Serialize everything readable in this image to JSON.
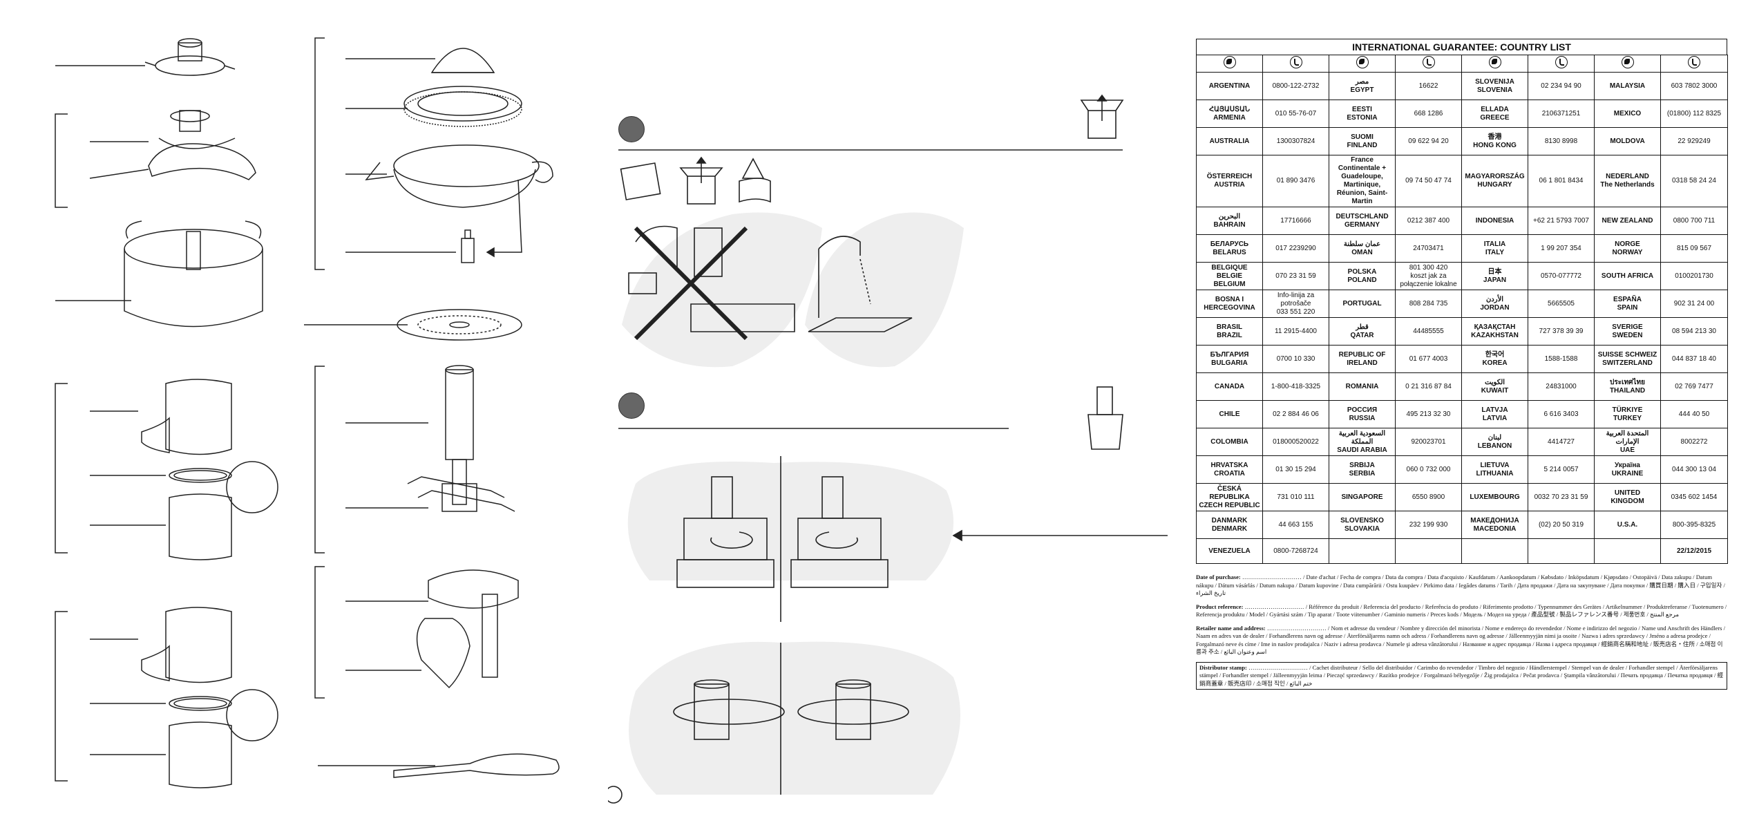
{
  "guarantee": {
    "title": "INTERNATIONAL GUARANTEE: COUNTRY LIST",
    "rows": [
      [
        {
          "country": "ARGENTINA",
          "phone": "0800-122-2732"
        },
        {
          "country": "مصر\nEGYPT",
          "phone": "16622"
        },
        {
          "country": "SLOVENIJA\nSLOVENIA",
          "phone": "02 234 94 90"
        },
        {
          "country": "MALAYSIA",
          "phone": "603 7802 3000"
        }
      ],
      [
        {
          "country": "ՀԱՅԱՍՏԱՆ\nARMENIA",
          "phone": "010 55-76-07"
        },
        {
          "country": "EESTI\nESTONIA",
          "phone": "668 1286"
        },
        {
          "country": "ELLADA\nGREECE",
          "phone": "2106371251"
        },
        {
          "country": "MEXICO",
          "phone": "(01800) 112 8325"
        }
      ],
      [
        {
          "country": "AUSTRALIA",
          "phone": "1300307824"
        },
        {
          "country": "SUOMI\nFINLAND",
          "phone": "09 622 94 20"
        },
        {
          "country": "香港\nHONG KONG",
          "phone": "8130 8998"
        },
        {
          "country": "MOLDOVA",
          "phone": "22 929249"
        }
      ],
      [
        {
          "country": "ÖSTERREICH\nAUSTRIA",
          "phone": "01 890 3476"
        },
        {
          "country": "France Continentale + Guadeloupe, Martinique, Réunion, Saint-Martin",
          "phone": "09 74 50 47 74"
        },
        {
          "country": "MAGYARORSZÁG\nHUNGARY",
          "phone": "06 1 801 8434"
        },
        {
          "country": "NEDERLAND\nThe Netherlands",
          "phone": "0318 58 24 24"
        }
      ],
      [
        {
          "country": "البحرين\nBAHRAIN",
          "phone": "17716666"
        },
        {
          "country": "DEUTSCHLAND\nGERMANY",
          "phone": "0212 387 400"
        },
        {
          "country": "INDONESIA",
          "phone": "+62 21 5793 7007"
        },
        {
          "country": "NEW ZEALAND",
          "phone": "0800 700 711"
        }
      ],
      [
        {
          "country": "БЕЛАРУСЬ\nBELARUS",
          "phone": "017 2239290"
        },
        {
          "country": "عمان سلطنة\nOMAN",
          "phone": "24703471"
        },
        {
          "country": "ITALIA\nITALY",
          "phone": "1 99 207 354"
        },
        {
          "country": "NORGE\nNORWAY",
          "phone": "815 09 567"
        }
      ],
      [
        {
          "country": "BELGIQUE\nBELGIE\nBELGIUM",
          "phone": "070 23 31 59"
        },
        {
          "country": "POLSKA\nPOLAND",
          "phone": "801 300 420\nkoszt jak za połączenie lokalne"
        },
        {
          "country": "日本\nJAPAN",
          "phone": "0570-077772"
        },
        {
          "country": "SOUTH AFRICA",
          "phone": "0100201730"
        }
      ],
      [
        {
          "country": "BOSNA I\nHERCEGOVINA",
          "phone": "Info-linija za potrošače\n033 551 220"
        },
        {
          "country": "PORTUGAL",
          "phone": "808 284 735"
        },
        {
          "country": "الأردن\nJORDAN",
          "phone": "5665505"
        },
        {
          "country": "ESPAÑA\nSPAIN",
          "phone": "902 31 24 00"
        }
      ],
      [
        {
          "country": "BRASIL\nBRAZIL",
          "phone": "11 2915-4400"
        },
        {
          "country": "قطر\nQATAR",
          "phone": "44485555"
        },
        {
          "country": "ҚАЗАҚСТАН\nKAZAKHSTAN",
          "phone": "727 378 39 39"
        },
        {
          "country": "SVERIGE\nSWEDEN",
          "phone": "08 594 213 30"
        }
      ],
      [
        {
          "country": "БЪЛГАРИЯ\nBULGARIA",
          "phone": "0700 10 330"
        },
        {
          "country": "REPUBLIC OF\nIRELAND",
          "phone": "01 677 4003"
        },
        {
          "country": "한국어\nKOREA",
          "phone": "1588-1588"
        },
        {
          "country": "SUISSE SCHWEIZ\nSWITZERLAND",
          "phone": "044 837 18 40"
        }
      ],
      [
        {
          "country": "CANADA",
          "phone": "1-800-418-3325"
        },
        {
          "country": "ROMANIA",
          "phone": "0 21 316 87 84"
        },
        {
          "country": "الكويت\nKUWAIT",
          "phone": "24831000"
        },
        {
          "country": "ประเทศไทย\nTHAILAND",
          "phone": "02 769 7477"
        }
      ],
      [
        {
          "country": "CHILE",
          "phone": "02 2 884 46 06"
        },
        {
          "country": "РОССИЯ\nRUSSIA",
          "phone": "495 213 32 30"
        },
        {
          "country": "LATVJA\nLATVIA",
          "phone": "6 616 3403"
        },
        {
          "country": "TÜRKIYE\nTURKEY",
          "phone": "444 40 50"
        }
      ],
      [
        {
          "country": "COLOMBIA",
          "phone": "018000520022"
        },
        {
          "country": "السعودية العربية المملكة\nSAUDI ARABIA",
          "phone": "920023701"
        },
        {
          "country": "لبنان\nLEBANON",
          "phone": "4414727"
        },
        {
          "country": "المتحدة العربية الإمارات\nUAE",
          "phone": "8002272"
        }
      ],
      [
        {
          "country": "HRVATSKA\nCROATIA",
          "phone": "01 30 15 294"
        },
        {
          "country": "SRBIJA\nSERBIA",
          "phone": "060 0 732 000"
        },
        {
          "country": "LIETUVA\nLITHUANIA",
          "phone": "5 214 0057"
        },
        {
          "country": "Україна\nUKRAINE",
          "phone": "044 300 13 04"
        }
      ],
      [
        {
          "country": "ČESKÁ\nREPUBLIKA\nCZECH REPUBLIC",
          "phone": "731 010 111"
        },
        {
          "country": "SINGAPORE",
          "phone": "6550 8900"
        },
        {
          "country": "LUXEMBOURG",
          "phone": "0032 70 23 31 59"
        },
        {
          "country": "UNITED\nKINGDOM",
          "phone": "0345 602 1454"
        }
      ],
      [
        {
          "country": "DANMARK\nDENMARK",
          "phone": "44 663 155"
        },
        {
          "country": "SLOVENSKO\nSLOVAKIA",
          "phone": "232 199 930"
        },
        {
          "country": "МАКЕДОНИЈА\nMACEDONIA",
          "phone": "(02) 20 50 319"
        },
        {
          "country": "U.S.A.",
          "phone": "800-395-8325"
        }
      ],
      [
        {
          "country": "VENEZUELA",
          "phone": "0800-7268724"
        },
        {
          "country": "",
          "phone": ""
        },
        {
          "country": "",
          "phone": ""
        },
        {
          "country": "",
          "phone": "22/12/2015"
        }
      ]
    ]
  },
  "forms": {
    "purchase_label": "Date of purchase:",
    "purchase_text": " ………………………… / Date d'achat / Fecha de compra / Data da compra / Data d'acquisto / Kaufdatum / Aankoopdatum / Købsdato / Inköpsdatum / Kjøpsdato / Ostopäivä / Data zakupu / Datum nákupu / Dátum vásárlás / Datum nakupa / Datum kupovine / Data cumpărării / Ostu kuupäev / Pirkimo data / Iegādes datums / Tarih / Дата продажи / Дата на закупуване / Дата покупки / 購買日期 / 購入日 / 구입일자 / تاريخ الشراء",
    "reference_label": "Product reference:",
    "reference_text": " ………………………… / Référence du produit / Referencia del producto / Referência do produto / Riferimento prodotto / Typennummer des Gerätes / Artikelnummer / Produktreferanse / Tuotenumero / Referencja produktu / Model / Gyártási szám / Tip aparat / Toote viitenumber / Gaminio numeris / Preces kods / Модель / Модел на уреда / 產品型號 / 製品レファレンス番号 / 제품번호 / مرجع المنتج",
    "retailer_label": "Retailer name and address:",
    "retailer_text": " ………………………… / Nom et adresse du vendeur / Nombre y dirección del minorista / Nome e endereço do revendedor / Nome e indirizzo del negozio / Name und Anschrift des Händlers / Naam en adres van de dealer / Forhandlerens navn og adresse / Återförsäljarens namn och adress / Forhandlerens navn og adresse / Jälleenmyyjän nimi ja osoite / Nazwa i adres sprzedawcy / Jméno a adresa prodejce / Forgalmazó neve és címe / Ime in naslov prodajalca / Naziv i adresa prodavca / Numele şi adresa vânzătorului / Название и адрес продавца / Назва і адреса продавця / 經銷商名稱和地址 / 販売店名・住所 / 소매점 이름과 주소 / اسم وعنوان البائع",
    "distributor_label": "Distributor stamp:",
    "distributor_text": " ………………………… / Cachet distributeur / Sello del distribuidor / Carimbo do revendedor / Timbro del negozio / Händlerstempel / Stempel van de dealer / Forhandler stempel / Återförsäljarens stämpel / Forhandler stempel / Jälleenmyyjän leima / Pieczęć sprzedawcy / Razítko prodejce / Forgalmazó bélyegzője / Žig prodajalca / Pečat prodavca / Ştampila vânzătorului / Печать продавца / Печатка продавця / 經銷商蓋章 / 販売店印 / 소매점 직인 / ختم البائع"
  }
}
